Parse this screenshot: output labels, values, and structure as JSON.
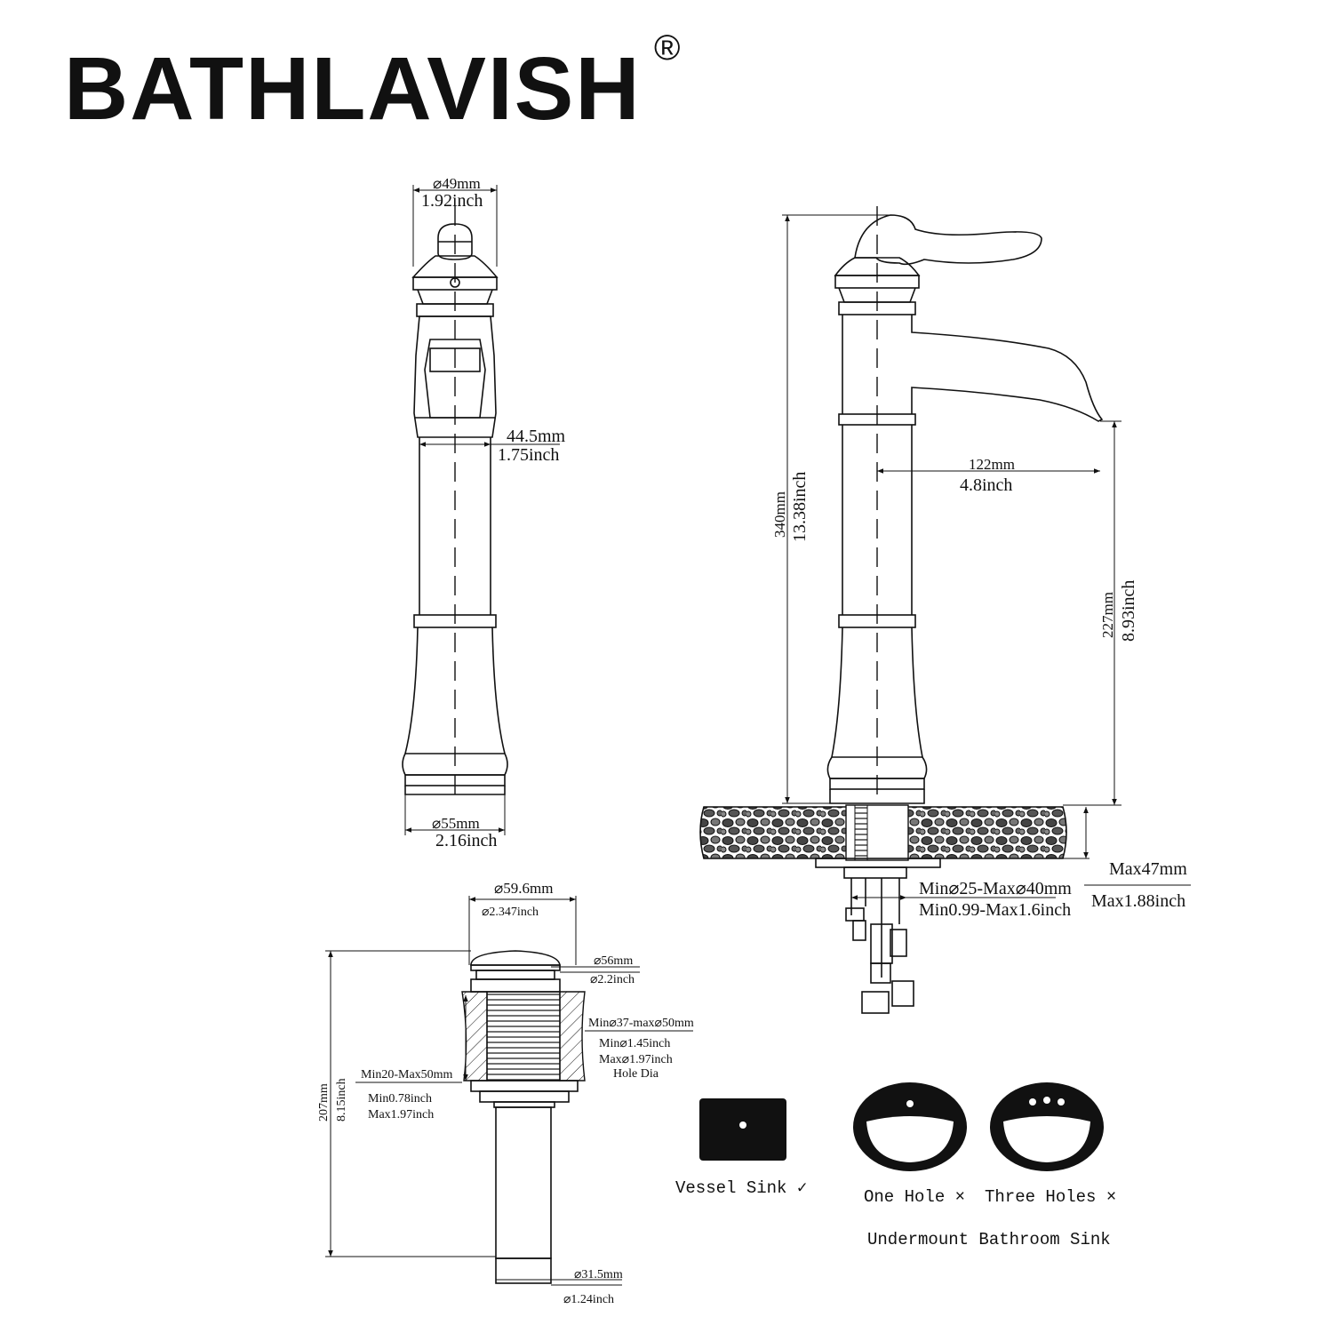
{
  "brand": {
    "name": "BATHLAVISH",
    "registered_mark": "®"
  },
  "side_view": {
    "top_dia_mm": "⌀49mm",
    "top_dia_in": "1.92inch",
    "body_dia_mm": "44.5mm",
    "body_dia_in": "1.75inch",
    "base_dia_mm": "⌀55mm",
    "base_dia_in": "2.16inch"
  },
  "front_view": {
    "height_mm": "340mm",
    "height_in": "13.38inch",
    "reach_mm": "122mm",
    "reach_in": "4.8inch",
    "spout_height_mm": "227mm",
    "spout_height_in": "8.93inch",
    "deck_max_mm": "Max47mm",
    "deck_max_in": "Max1.88inch",
    "hole_mm": "Min⌀25-Max⌀40mm",
    "hole_in": "Min0.99-Max1.6inch"
  },
  "drain": {
    "cap_dia_mm": "⌀59.6mm",
    "cap_dia_in": "⌀2.347inch",
    "flange_dia_mm": "⌀56mm",
    "flange_dia_in": "⌀2.2inch",
    "hole_range_mm": "Min⌀37-max⌀50mm",
    "hole_min_in": "Min⌀1.45inch",
    "hole_max_in": "Max⌀1.97inch",
    "hole_label": "Hole Dia",
    "thickness_mm": "Min20-Max50mm",
    "thickness_min_in": "Min0.78inch",
    "thickness_max_in": "Max1.97inch",
    "length_mm": "207mm",
    "length_in": "8.15inch",
    "pipe_dia_mm": "⌀31.5mm",
    "pipe_dia_in": "⌀1.24inch"
  },
  "sinks": {
    "vessel_label": "Vessel Sink ✓",
    "one_hole_label": "One Hole ×",
    "three_holes_label": "Three Holes ×",
    "undermount_label": "Undermount Bathroom Sink"
  }
}
